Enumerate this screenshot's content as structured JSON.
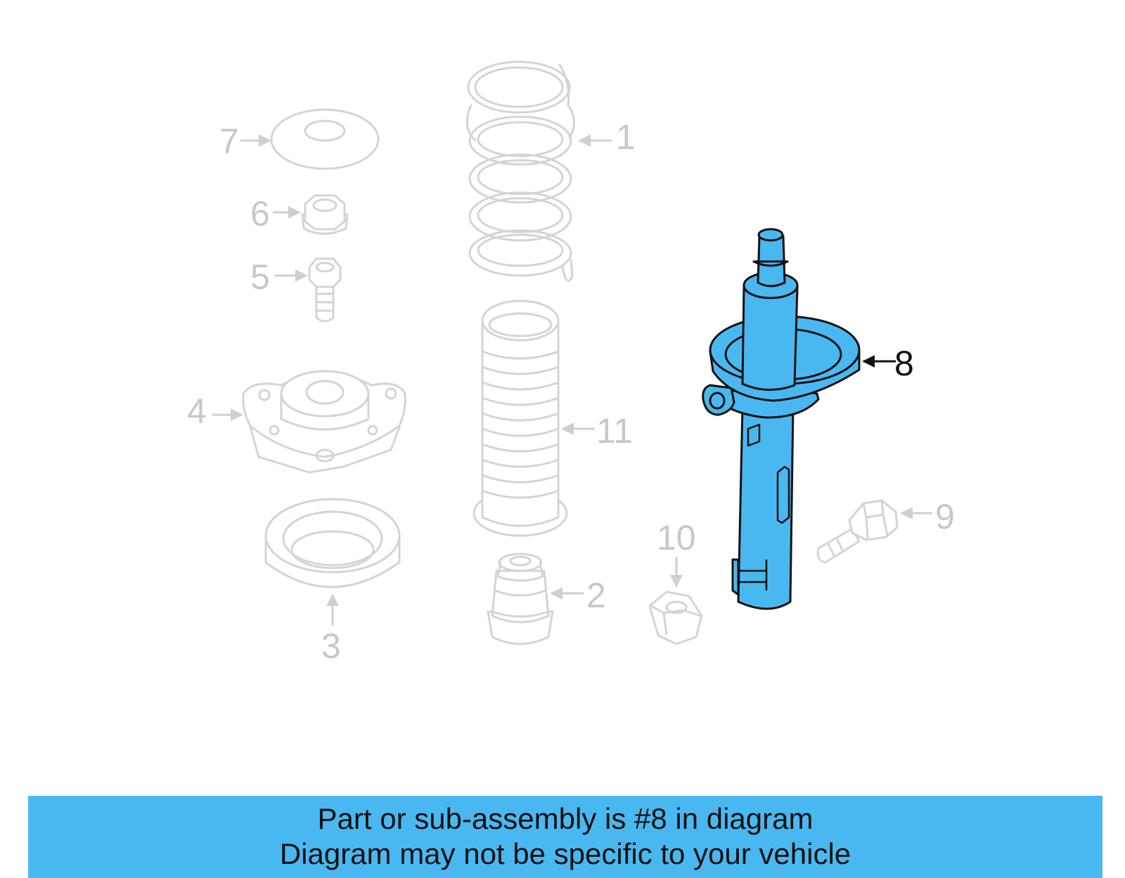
{
  "callouts": {
    "c1": "1",
    "c2": "2",
    "c3": "3",
    "c4": "4",
    "c5": "5",
    "c6": "6",
    "c7": "7",
    "c8": "8",
    "c9": "9",
    "c10": "10",
    "c11": "11"
  },
  "highlighted_part": "8",
  "banner": {
    "line1": "Part or sub-assembly is #8 in diagram",
    "line2": "Diagram may not be specific to your vehicle"
  },
  "colors": {
    "highlight": "#4ab8f0",
    "banner_background": "#4ab8f0",
    "ghost_parts": "#d4d4d4"
  }
}
